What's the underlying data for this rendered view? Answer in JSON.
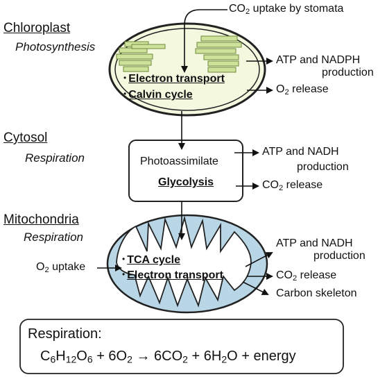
{
  "sections": {
    "chloroplast": {
      "title": "Chloroplast",
      "process": "Photosynthesis"
    },
    "cytosol": {
      "title": "Cytosol",
      "process": "Respiration"
    },
    "mitochondria": {
      "title": "Mitochondria",
      "process": "Respiration"
    }
  },
  "chloroplast": {
    "input": {
      "pre": "CO",
      "sub": "2",
      "post": " uptake by stomata"
    },
    "steps": [
      "Electron transport",
      "Calvin cycle"
    ],
    "outputs": {
      "atp_line1": "ATP and NADPH",
      "atp_line2": "production",
      "o2": {
        "pre": "O",
        "sub": "2",
        "post": " release"
      }
    }
  },
  "cytosol": {
    "box_label": "Photoassimilate",
    "step": "Glycolysis",
    "outputs": {
      "atp_line1": "ATP and NADH",
      "atp_line2": "production",
      "co2": {
        "pre": "CO",
        "sub": "2",
        "post": " release"
      }
    }
  },
  "mitochondria": {
    "input": {
      "pre": "O",
      "sub": "2",
      "post": " uptake"
    },
    "steps": [
      "TCA cycle",
      "Electron transport"
    ],
    "outputs": {
      "atp_line1": "ATP and NADH",
      "atp_line2": "production",
      "co2": {
        "pre": "CO",
        "sub": "2",
        "post": " release"
      },
      "carbon": "Carbon skeleton"
    }
  },
  "equation": {
    "title": "Respiration:",
    "parts": [
      "C",
      "6",
      "H",
      "12",
      "O",
      "6",
      " + 6O",
      "2",
      " → 6CO",
      "2",
      " + 6H",
      "2",
      "O + energy"
    ]
  },
  "colors": {
    "chloroplast_stroma": "#f3f8df",
    "thylakoid_fill": "#cfe29c",
    "thylakoid_stroke": "#6e8a3a",
    "mito_matrix": "#b8d6e6",
    "outline": "#222222"
  }
}
